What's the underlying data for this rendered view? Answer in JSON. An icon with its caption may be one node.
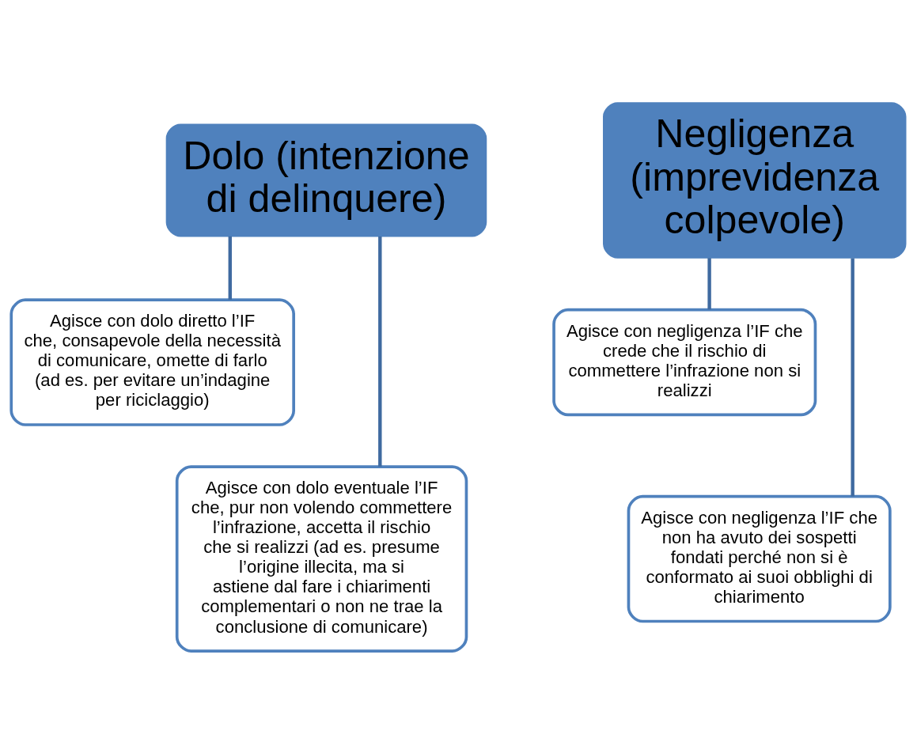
{
  "diagram": {
    "nodes": [
      {
        "text": [
          "Dolo (intenzione di delinquere)"
        ]
      },
      {
        "text": [
          "Agisce con dolo diretto l’IF che, consapevole della necessità di comunicare, omette di farlo (ad es. per evitare un’indagine per riciclaggio)"
        ]
      },
      {
        "text": [
          "Agisce con dolo eventuale l’IF che, pur non volendo commettere l’infrazione, accetta il rischio che si realizzi (ad es. presume l’origine illecita, ma si astiene dal fare i chiarimenti complementari o non ne trae la conclusione di comunicare)"
        ]
      },
      {
        "text": [
          "Negligenza (imprevidenza colpevole)"
        ]
      },
      {
        "text": [
          "Agisce con negligenza l’IF che crede che il rischio di commettere l’infrazione non si realizzi"
        ]
      },
      {
        "text": [
          "Agisce con negligenza l’IF che non ha avuto dei sospetti fondati perché non si è conformato ai suoi obblighi di chiarimento"
        ]
      }
    ],
    "edges": [
      {
        "from": 0,
        "to": 1,
        "arrow": "none"
      },
      {
        "from": 0,
        "to": 2,
        "arrow": "none"
      },
      {
        "from": 3,
        "to": 4,
        "arrow": "none"
      },
      {
        "from": 3,
        "to": 5,
        "arrow": "none"
      }
    ]
  }
}
